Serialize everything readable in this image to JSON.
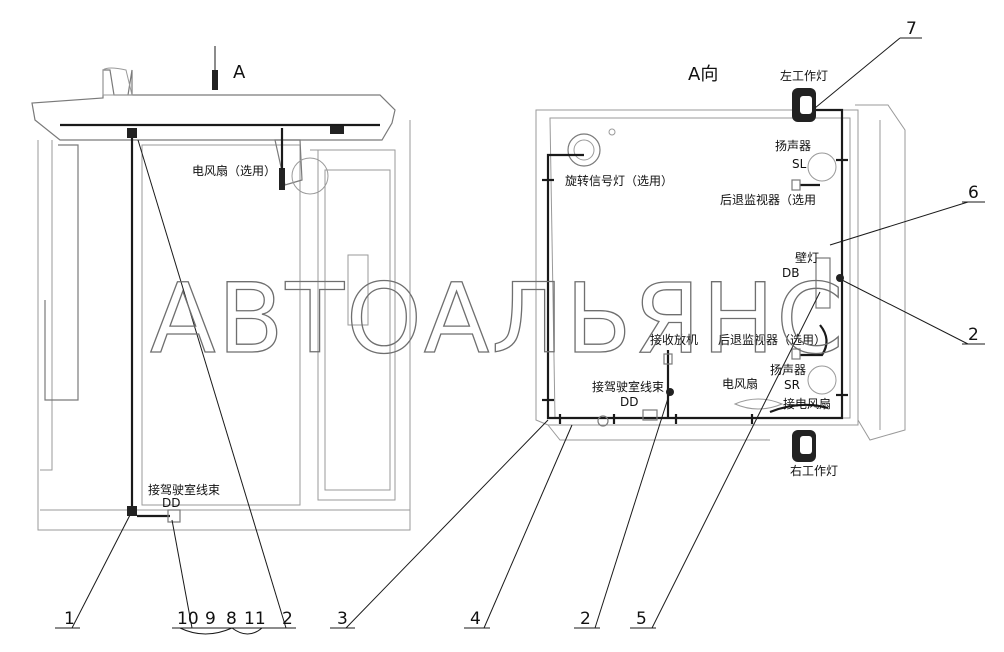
{
  "view_marker": "A",
  "view_title": "A向",
  "watermark": "АВТОАЛЬЯНС",
  "labels": {
    "fan_left": "电风扇（选用）",
    "harness_left": "接驾驶室线束",
    "harness_left_code": "DD",
    "beacon": "旋转信号灯（选用）",
    "left_work_light": "左工作灯",
    "speaker_l": "扬声器",
    "speaker_l_code": "SL",
    "rear_monitor_top": "后退监视器（选用",
    "wall_lamp": "壁灯",
    "wall_lamp_code": "DB",
    "radio": "接收放机",
    "rear_monitor_bottom": "后退监视器（选用）",
    "speaker_r": "扬声器",
    "speaker_r_code": "SR",
    "harness_right": "接驾驶室线束",
    "harness_right_code": "DD",
    "fan_right": "电风扇",
    "to_fan": "接电风扇",
    "right_work_light": "右工作灯"
  },
  "callouts": {
    "c1": "1",
    "c10": "10",
    "c9": "9",
    "c8": "8",
    "c11": "11",
    "c2a": "2",
    "c3": "3",
    "c4": "4",
    "c2b": "2",
    "c5": "5",
    "c2c": "2",
    "c6": "6",
    "c7": "7"
  }
}
